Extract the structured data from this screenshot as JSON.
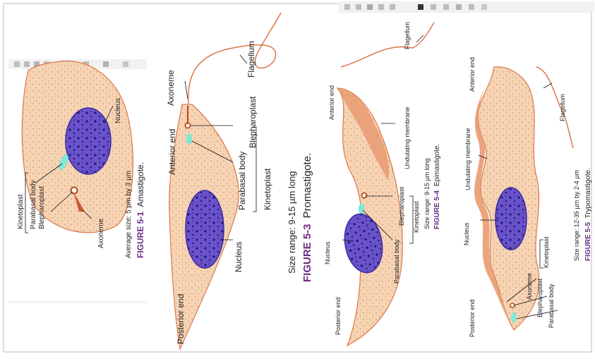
{
  "colors": {
    "cytoplasm": "#f6d4b4",
    "membrane": "#d9784a",
    "nucleus": "#6a52c8",
    "chromatin": "#1c1580",
    "kinetoplast": "#7fe8d8",
    "figure_label": "#6b2c84",
    "toolbar": "#f1f1f1"
  },
  "toolbar": {
    "icons": [
      "undo-icon",
      "redo-icon",
      "pen-icon",
      "crop-icon",
      "rotate-icon",
      "image-icon",
      "arrow-left-icon",
      "arrow-right-icon",
      "edit-icon",
      "copy-icon",
      "close-icon"
    ]
  },
  "amastigote": {
    "nucleus": "Nucleus",
    "kinetoplast": "Kinetoplast",
    "parabasal": "Parabasal body",
    "blepharoplast": "Blepharoplast",
    "axoneme": "Axoneme",
    "size": "Average size: 5 µm by 3 µm",
    "figure_num": "FIGURE 5-1",
    "figure_name": "Amastigote."
  },
  "promastigote": {
    "flagellum": "Flagellum",
    "axoneme": "Axoneme",
    "blepharoplast": "Blepharoplast",
    "anterior": "Anterior end",
    "parabasal": "Parabasal body",
    "kinetoplast": "Kinetoplast",
    "nucleus": "Nucleus",
    "posterior": "Posterior end",
    "size": "Size range: 9-15 µm long",
    "figure_num": "FIGURE 5-3",
    "figure_name": "Promastigote."
  },
  "epimastigote": {
    "anterior": "Anterior end",
    "flagellum": "Flagellum",
    "undulating": "Undulating membrane",
    "blepharoplast": "Blepharoplast",
    "kinetoplast": "Kinetoplast",
    "parabasal": "Parabasal body",
    "nucleus": "Nucleus",
    "posterior": "Posterior end",
    "size": "Size range: 9-15 µm long",
    "figure_num": "FIGURE 5-4",
    "figure_name": "Epimastigote."
  },
  "trypomastigote": {
    "anterior": "Anterior end",
    "flagellum": "Flagellum",
    "undulating": "Undulating membrane",
    "nucleus": "Nucleus",
    "kinetoplast": "Kinetoplast",
    "axoneme": "Axoneme",
    "blepharoplast": "Blepharoplast",
    "parabasal": "Parabasal body",
    "posterior": "Posterior end",
    "size": "Size range: 12-35 µm by 2-4 µm",
    "figure_num": "FIGURE 5-5",
    "figure_name": "Trypomastigote."
  }
}
